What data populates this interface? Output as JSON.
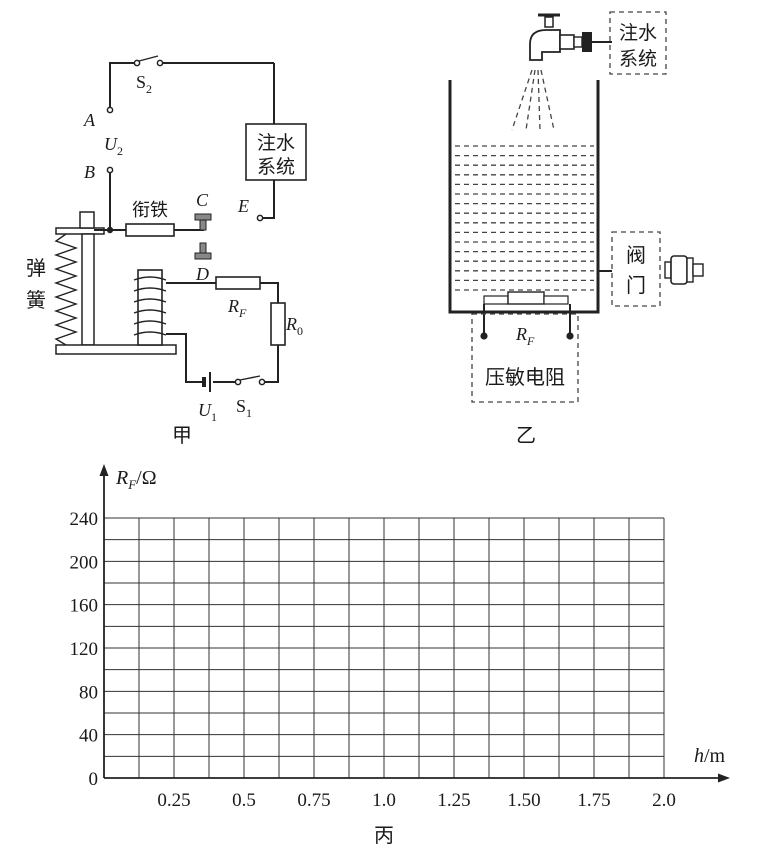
{
  "circuit": {
    "switch_s2": "S",
    "switch_s2_sub": "2",
    "point_a": "A",
    "voltage_u2": "U",
    "voltage_u2_sub": "2",
    "point_b": "B",
    "armature": "衔铁",
    "point_c": "C",
    "point_d": "D",
    "point_e": "E",
    "water_system_line1": "注水",
    "water_system_line2": "系统",
    "spring_line1": "弹",
    "spring_line2": "簧",
    "rf": "R",
    "rf_sub": "F",
    "r0": "R",
    "r0_sub": "0",
    "voltage_u1": "U",
    "voltage_u1_sub": "1",
    "switch_s1": "S",
    "switch_s1_sub": "1",
    "caption": "甲"
  },
  "tank": {
    "water_system_line1": "注水",
    "water_system_line2": "系统",
    "valve_line1": "阀",
    "valve_line2": "门",
    "rf": "R",
    "rf_sub": "F",
    "sensor_label": "压敏电阻",
    "caption": "乙"
  },
  "chart_data": {
    "type": "line",
    "title": "",
    "ylabel": "R",
    "ylabel_sub": "F",
    "ylabel_unit": "/Ω",
    "xlabel_var": "h",
    "xlabel_unit": "/m",
    "ylim": [
      0,
      240
    ],
    "xlim": [
      0,
      2.0
    ],
    "y_ticks": [
      "0",
      "40",
      "80",
      "120",
      "160",
      "200",
      "240"
    ],
    "x_ticks": [
      "0.25",
      "0.5",
      "0.75",
      "1.0",
      "1.25",
      "1.50",
      "1.75",
      "2.0"
    ],
    "grid": true,
    "series": [],
    "caption": "丙"
  }
}
